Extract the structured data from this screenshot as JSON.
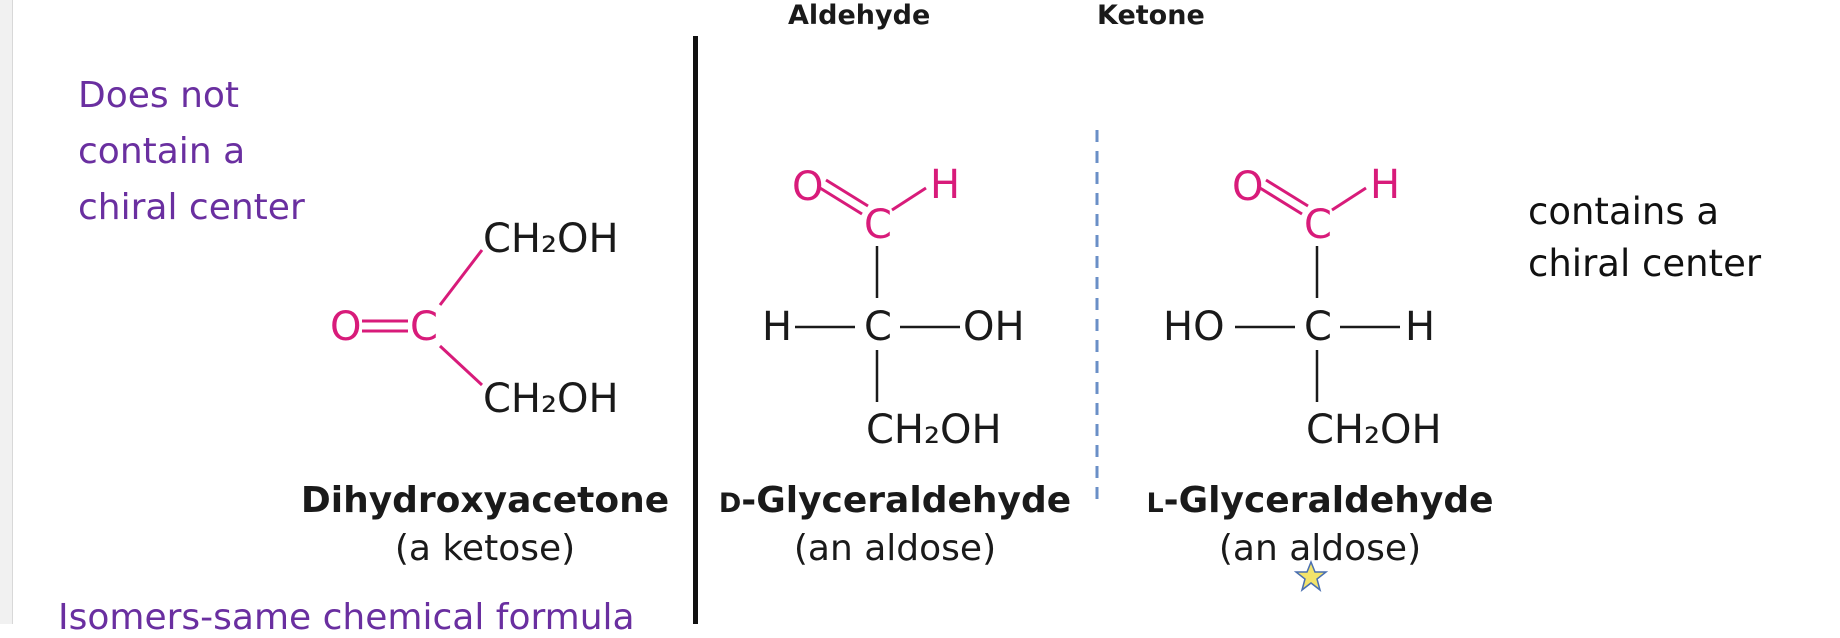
{
  "headers": {
    "aldehyde": "Aldehyde",
    "ketone": "Ketone"
  },
  "notes": {
    "left_note_lines": [
      "Does not",
      "contain a",
      "chiral center"
    ],
    "right_note_lines": [
      "contains a",
      "chiral center"
    ],
    "bottom_note": "Isomers-same chemical formula"
  },
  "molecules": {
    "dha": {
      "o": "O",
      "c": "C",
      "ch2oh_top": "CH₂OH",
      "ch2oh_bottom": "CH₂OH",
      "name": "Dihydroxyacetone",
      "type": "(a ketose)"
    },
    "dgly": {
      "o": "O",
      "h_top": "H",
      "c_carbonyl": "C",
      "h_left": "H",
      "c_center": "C",
      "oh_right": "OH",
      "ch2oh": "CH₂OH",
      "name_prefix": "D",
      "name_rest": "-Glyceraldehyde",
      "type": "(an aldose)"
    },
    "lgly": {
      "o": "O",
      "h_top": "H",
      "c_carbonyl": "C",
      "ho_left": "HO",
      "c_center": "C",
      "h_right": "H",
      "ch2oh": "CH₂OH",
      "name_prefix": "L",
      "name_rest": "-Glyceraldehyde",
      "type": "(an aldose)"
    }
  },
  "colors": {
    "accent": "#d81b7a",
    "note": "#6a2fa0",
    "ink": "#1a1a1a"
  }
}
